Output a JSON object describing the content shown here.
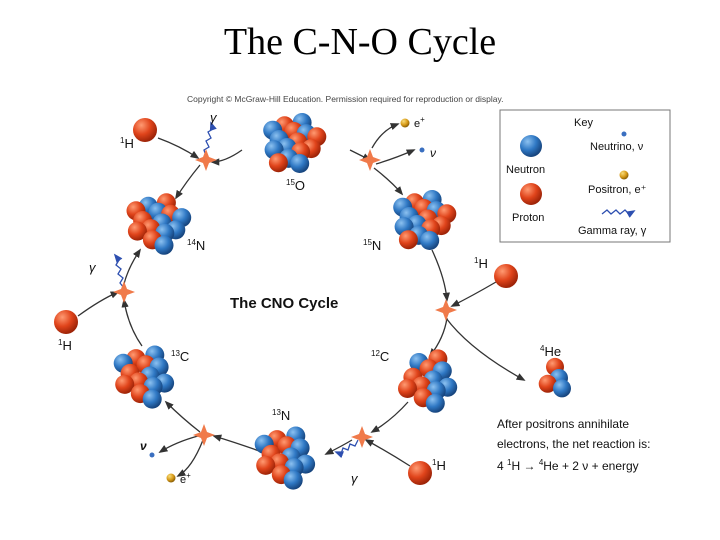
{
  "title": "The C-N-O Cycle",
  "copyright": "Copyright © McGraw-Hill Education. Permission required for reproduction or display.",
  "center_label": "The CNO Cycle",
  "nuclei": {
    "o15": {
      "mass": "15",
      "sym": "O"
    },
    "n14": {
      "mass": "14",
      "sym": "N"
    },
    "n15": {
      "mass": "15",
      "sym": "N"
    },
    "c13": {
      "mass": "13",
      "sym": "C"
    },
    "c12": {
      "mass": "12",
      "sym": "C"
    },
    "n13": {
      "mass": "13",
      "sym": "N"
    },
    "he4": {
      "mass": "4",
      "sym": "He"
    }
  },
  "hydrogen": {
    "mass": "1",
    "sym": "H"
  },
  "symbols": {
    "gamma": "γ",
    "nu": "ν",
    "positron": "e",
    "positron_sup": "+"
  },
  "key": {
    "title": "Key",
    "neutron": "Neutron",
    "proton": "Proton",
    "neutrino": "Neutrino, ν",
    "positron": "Positron, e⁺",
    "gamma": "Gamma ray, γ"
  },
  "net_reaction": {
    "line1": "After positrons annihilate",
    "line2": "electrons, the net reaction is:",
    "line3_a": "4 ",
    "line3_b": "H → ",
    "line3_c": "He + 2 ν + energy"
  },
  "colors": {
    "proton": "#e0441b",
    "neutron": "#2f78c4",
    "flash": "#f07a4a",
    "positron": "#d79a18",
    "neutrino": "#3a6fc0",
    "gamma": "#2d4fb0"
  }
}
